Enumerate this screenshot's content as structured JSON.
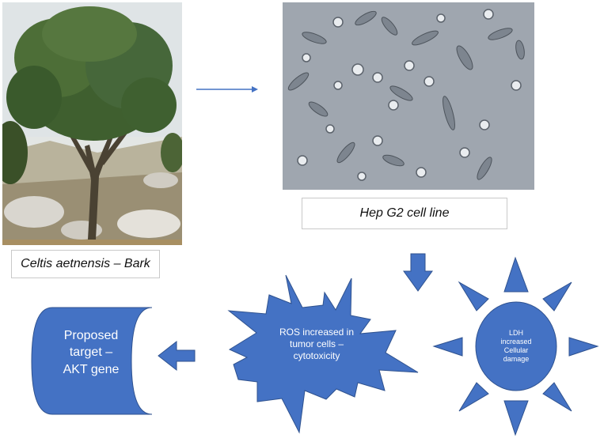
{
  "tree_image": {
    "alt": "Celtis aetnensis tree photo"
  },
  "cells_image": {
    "alt": "Hep G2 cells micrograph"
  },
  "labels": {
    "plant": "Celtis aetnensis – Bark",
    "cell_line": "Hep G2 cell line"
  },
  "nodes": {
    "ros": [
      "ROS increased in",
      "tumor cells –",
      "cytotoxicity"
    ],
    "ldh": [
      "LDH",
      "increased",
      "Cellular",
      "damage"
    ],
    "target": [
      "Proposed",
      "target –",
      "AKT gene"
    ]
  },
  "colors": {
    "shape_fill": "#4472c4",
    "shape_stroke": "#2f528f",
    "arrow": "#4472c4"
  }
}
